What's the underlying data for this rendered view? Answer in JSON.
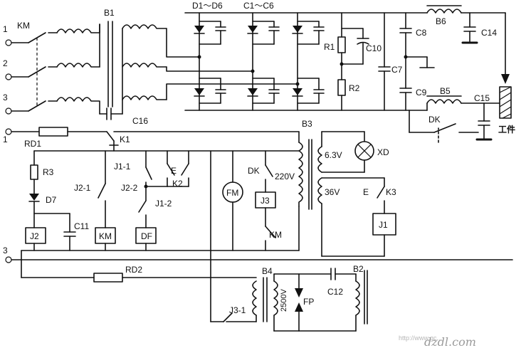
{
  "terminals": {
    "t1": "1",
    "t2": "2",
    "t3": "3",
    "t1b": "1",
    "t3b": "3"
  },
  "labels": {
    "km_top": "KM",
    "b1": "B1",
    "d1d6": "D1～D6",
    "c1c6": "C1～C6",
    "r1": "R1",
    "c10": "C10",
    "r2": "R2",
    "c7": "C7",
    "c8": "C8",
    "c9": "C9",
    "b6": "B6",
    "c14": "C14",
    "b5": "B5",
    "c15": "C15",
    "dk_top": "DK",
    "work": "工件",
    "c16": "C16",
    "rd1": "RD1",
    "k1": "K1",
    "b3": "B3",
    "v63": "6.3V",
    "xd": "XD",
    "r3": "R3",
    "d7": "D7",
    "j1_1": "J1-1",
    "e_k2": "E",
    "k2": "K2",
    "j2_1": "J2-1",
    "j2_2": "J2-2",
    "j1_2": "J1-2",
    "fm": "FM",
    "dk_mid": "DK",
    "v220": "220V",
    "j3": "J3",
    "v36": "36V",
    "e_k3": "E",
    "k3": "K3",
    "c11": "C11",
    "j2": "J2",
    "km_box": "KM",
    "df": "DF",
    "km_mid": "KM",
    "j1": "J1",
    "rd2": "RD2",
    "b4": "B4",
    "b2": "B2",
    "c12": "C12",
    "v2500": "2500V",
    "fp": "FP",
    "j3_1": "J3-1"
  },
  "watermark": {
    "url": "http://www.gc...",
    "logo": "dzdl.com"
  }
}
